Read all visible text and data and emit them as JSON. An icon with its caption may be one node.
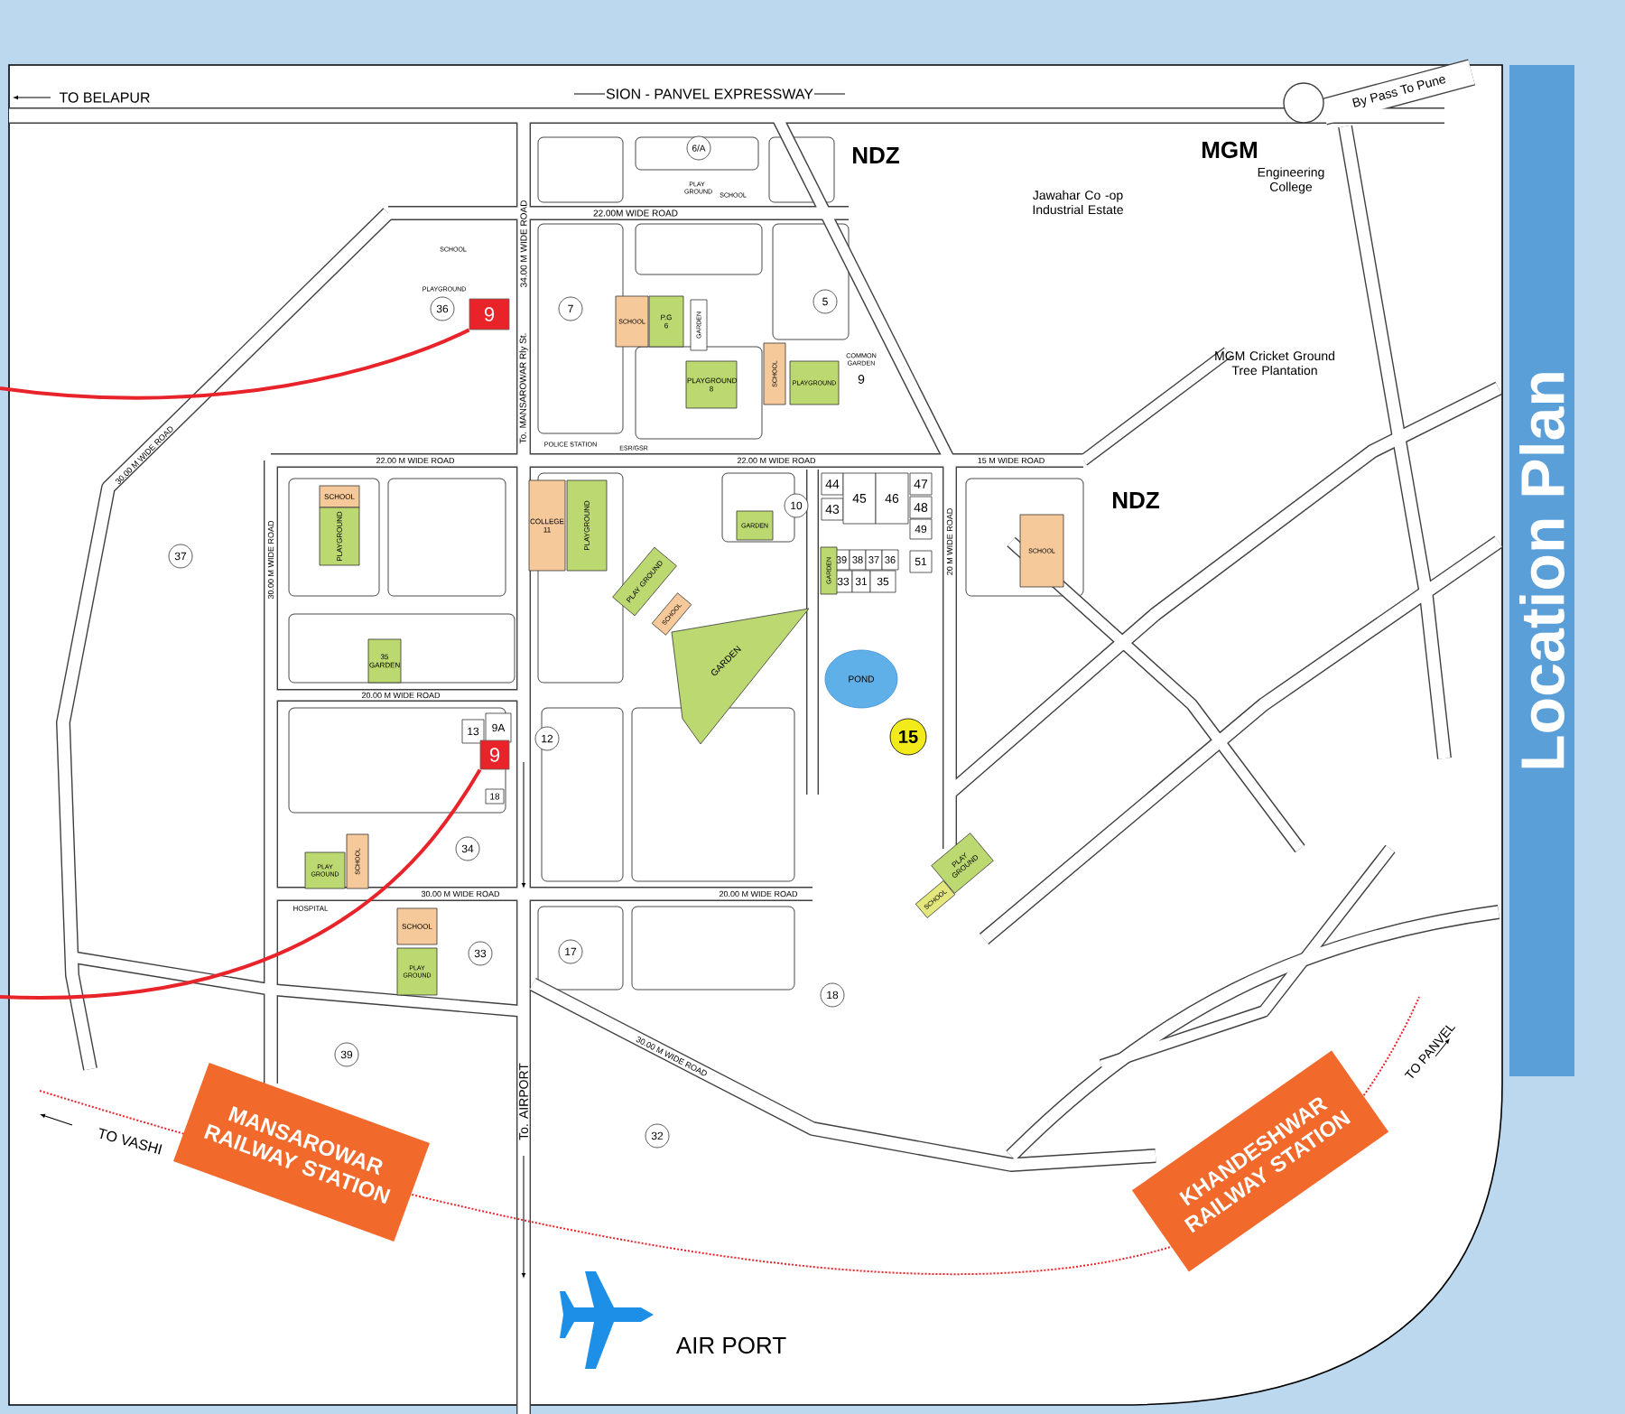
{
  "diagram": {
    "title": "Location Plan",
    "nodes": [
      {
        "text": [
          "6/A"
        ]
      },
      {
        "text": [
          "5"
        ]
      },
      {
        "text": [
          "36"
        ]
      },
      {
        "text": [
          "9"
        ]
      },
      {
        "text": [
          "7"
        ]
      },
      {
        "text": [
          "SCHOOL"
        ]
      },
      {
        "text": [
          "P.G",
          "6"
        ]
      },
      {
        "text": [
          "GARDEN"
        ]
      },
      {
        "text": [
          "SCHOOL"
        ]
      },
      {
        "text": [
          "PLAYGROUND"
        ]
      },
      {
        "text": [
          "PLAYGROUND",
          "8"
        ]
      },
      {
        "text": [
          "SCHOOL"
        ]
      },
      {
        "text": [
          "10"
        ]
      },
      {
        "text": [
          "44"
        ]
      },
      {
        "text": [
          "43"
        ]
      },
      {
        "text": [
          "45"
        ]
      },
      {
        "text": [
          "46"
        ]
      },
      {
        "text": [
          "47"
        ]
      },
      {
        "text": [
          "48"
        ]
      },
      {
        "text": [
          "49"
        ]
      },
      {
        "text": [
          "COLLEGE",
          "11"
        ]
      },
      {
        "text": [
          "PLAYGROUND"
        ]
      },
      {
        "text": [
          "PLAYGROUND"
        ]
      },
      {
        "text": [
          "GARDEN"
        ]
      },
      {
        "text": [
          "37"
        ]
      },
      {
        "text": [
          "SCHOOL"
        ]
      },
      {
        "text": [
          "39"
        ]
      },
      {
        "text": [
          "38"
        ]
      },
      {
        "text": [
          "37"
        ]
      },
      {
        "text": [
          "36"
        ]
      },
      {
        "text": [
          "51"
        ]
      },
      {
        "text": [
          "33"
        ]
      },
      {
        "text": [
          "31"
        ]
      },
      {
        "text": [
          "35"
        ]
      },
      {
        "text": [
          "GARDEN"
        ]
      },
      {
        "text": [
          "PLAY GROUND"
        ]
      },
      {
        "text": [
          "SCHOOL"
        ]
      },
      {
        "text": [
          "GARDEN"
        ]
      },
      {
        "text": [
          "35",
          "GARDEN"
        ]
      },
      {
        "text": [
          "POND"
        ]
      },
      {
        "text": [
          "13"
        ]
      },
      {
        "text": [
          "9A"
        ]
      },
      {
        "text": [
          "12"
        ]
      },
      {
        "text": [
          "15"
        ]
      },
      {
        "text": [
          "9"
        ]
      },
      {
        "text": [
          "18"
        ]
      },
      {
        "text": [
          "34"
        ]
      },
      {
        "text": [
          "PLAY GROUND"
        ]
      },
      {
        "text": [
          "SCHOOL"
        ]
      },
      {
        "text": [
          "PLAY GROUND"
        ]
      },
      {
        "text": [
          "SCHOOL"
        ]
      },
      {
        "text": [
          "SCHOOL"
        ]
      },
      {
        "text": [
          "33"
        ]
      },
      {
        "text": [
          "17"
        ]
      },
      {
        "text": [
          "PLAY GROUND"
        ]
      },
      {
        "text": [
          "18"
        ]
      },
      {
        "text": [
          "39"
        ]
      },
      {
        "text": [
          "32"
        ]
      },
      {
        "text": [
          "MANSAROWAR RAILWAY STATION"
        ]
      },
      {
        "text": [
          "KHANDESHWAR RAILWAY STATION"
        ]
      }
    ],
    "edges": [
      {
        "from": null,
        "to": 3,
        "arrow": "none",
        "color": "#e8232a"
      },
      {
        "from": null,
        "to": 44,
        "arrow": "none",
        "color": "#e8232a"
      }
    ],
    "labels": [
      "TO BELAPUR",
      "SION - PANVEL EXPRESSWAY",
      "By Pass To Pune",
      "NDZ",
      "MGM",
      "Engineering College",
      "PLAY GROUND",
      "SCHOOL",
      "Jawahar Co -op Industrial Estate",
      "22.00M WIDE ROAD",
      "34.00 M WIDE ROAD",
      "SCHOOL",
      "PLAYGROUND",
      "COMMON GARDEN",
      "9",
      "MGM Cricket Ground Tree Plantation",
      "30.00 M WIDE ROAD",
      "To. MANSAROWAR Rly St.",
      "POLICE STATION",
      "ESR/GSR",
      "22.00 M WIDE ROAD",
      "22.00 M WIDE ROAD",
      "15 M WIDE ROAD",
      "NDZ",
      "20 M WIDE ROAD",
      "30.00 M WIDE ROAD",
      "20.00 M WIDE ROAD",
      "20.00 M WIDE ROAD",
      "30.00 M WIDE ROAD",
      "HOSPITAL",
      "30.00 M WIDE ROAD",
      "TO VASHI",
      "To. AIRPORT",
      "TO PANVEL",
      "AIR PORT"
    ]
  }
}
